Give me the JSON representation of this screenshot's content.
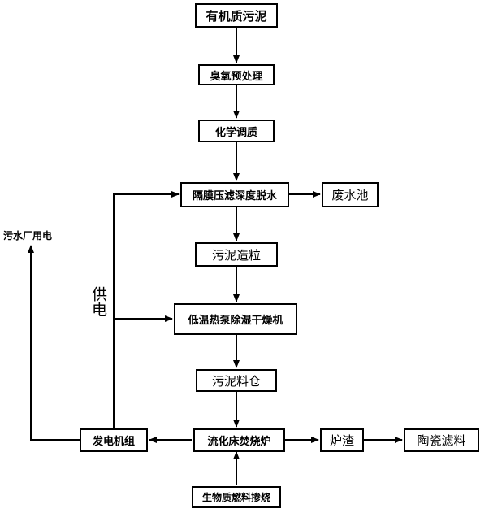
{
  "nodes": {
    "organic_sludge": "有机质污泥",
    "ozone_pretreatment": "臭氧预处理",
    "chemical_conditioning": "化学调质",
    "diaphragm_press_dewatering": "隔膜压滤深度脱水",
    "wastewater_pool": "废水池",
    "sludge_granules": "污泥造粒",
    "low_temp_heat_pump_dryer": "低温热泵除湿干燥机",
    "sludge_silo": "污泥料仓",
    "fluidized_bed_furnace": "流化床焚烧炉",
    "furnace_slag": "炉渣",
    "ceramic_filter_material": "陶瓷滤料",
    "generator_set": "发电机组",
    "biomass_fuel": "生物质燃料掺烧"
  },
  "labels": {
    "power_supply": "供电",
    "plant_electricity": "污水厂用电"
  }
}
